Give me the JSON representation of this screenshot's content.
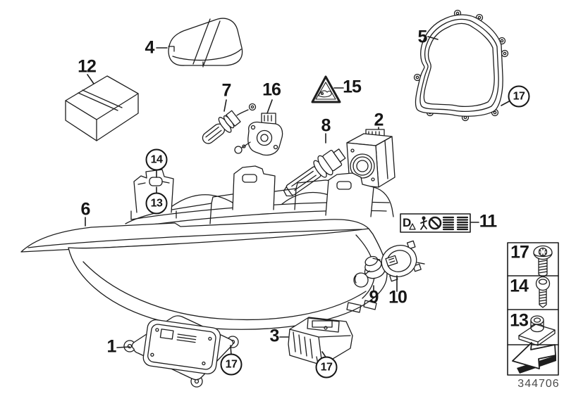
{
  "doc_number": "344706",
  "colors": {
    "line": "#1d1d1d",
    "background": "#ffffff",
    "doc_number_text": "#4a4a4a"
  },
  "callouts": {
    "part1": "1",
    "part2": "2",
    "part3": "3",
    "part4": "4",
    "part5": "5",
    "part6": "6",
    "part7": "7",
    "part8": "8",
    "part9": "9",
    "part10": "10",
    "part11": "11",
    "part12": "12",
    "part13": "13",
    "part14": "14",
    "part15": "15",
    "part16": "16",
    "screw17_at_gasket": "17",
    "screw17_at_ballast": "17",
    "screw17_at_module": "17"
  },
  "legend": {
    "row1_label": "17",
    "row2_label": "14",
    "row3_label": "13",
    "row4_icon": "direction-arrow"
  },
  "label_plate": {
    "letter": "D",
    "symbols": [
      "triangle-icon",
      "person-icon",
      "prohibition-icon",
      "hatch-block",
      "hatch-block"
    ]
  }
}
